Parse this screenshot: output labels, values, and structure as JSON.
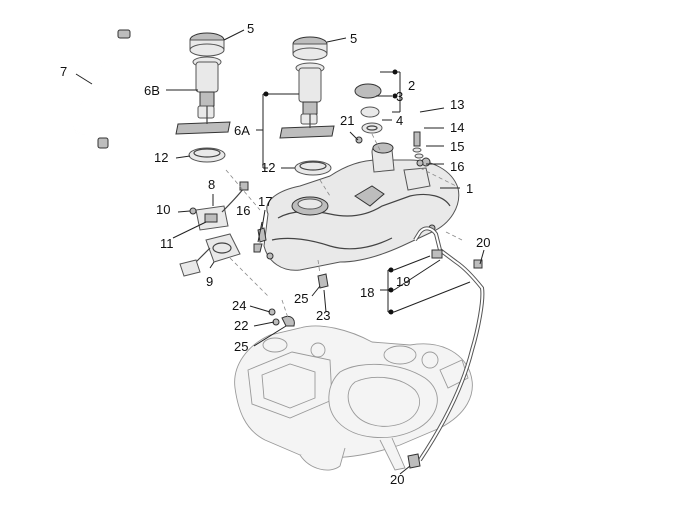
{
  "callouts": [
    {
      "id": "c5a",
      "text": "5"
    },
    {
      "id": "c5b",
      "text": "5"
    },
    {
      "id": "c7",
      "text": "7"
    },
    {
      "id": "c6B",
      "text": "6B"
    },
    {
      "id": "c6A",
      "text": "6A"
    },
    {
      "id": "c2",
      "text": "2"
    },
    {
      "id": "c3",
      "text": "3"
    },
    {
      "id": "c4",
      "text": "4"
    },
    {
      "id": "c21",
      "text": "21"
    },
    {
      "id": "c13",
      "text": "13"
    },
    {
      "id": "c14",
      "text": "14"
    },
    {
      "id": "c15",
      "text": "15"
    },
    {
      "id": "c16a",
      "text": "16"
    },
    {
      "id": "c12a",
      "text": "12"
    },
    {
      "id": "c12b",
      "text": "12"
    },
    {
      "id": "c1",
      "text": "1"
    },
    {
      "id": "c8",
      "text": "8"
    },
    {
      "id": "c10",
      "text": "10"
    },
    {
      "id": "c11",
      "text": "11"
    },
    {
      "id": "c17",
      "text": "17"
    },
    {
      "id": "c16b",
      "text": "16"
    },
    {
      "id": "c9",
      "text": "9"
    },
    {
      "id": "c20a",
      "text": "20"
    },
    {
      "id": "c19",
      "text": "19"
    },
    {
      "id": "c18",
      "text": "18"
    },
    {
      "id": "c25a",
      "text": "25"
    },
    {
      "id": "c23",
      "text": "23"
    },
    {
      "id": "c24",
      "text": "24"
    },
    {
      "id": "c22",
      "text": "22"
    },
    {
      "id": "c25b",
      "text": "25"
    },
    {
      "id": "c20b",
      "text": "20"
    }
  ]
}
